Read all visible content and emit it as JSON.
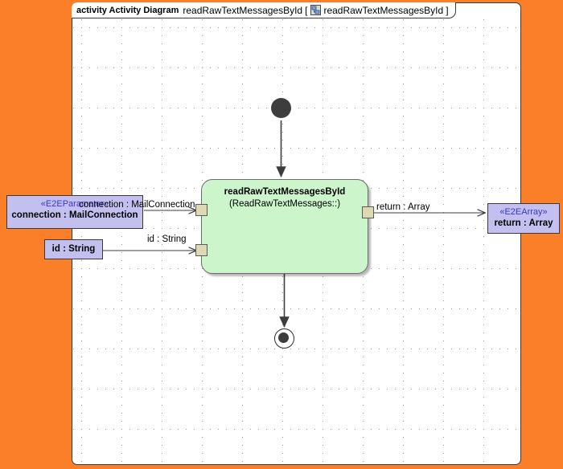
{
  "canvas": {
    "background_color": "#fb7e28",
    "frame_color": "#ffffff",
    "grid": "dotted"
  },
  "header": {
    "keyword": "activity Activity Diagram",
    "diagram_name": "readRawTextMessagesById",
    "bracket_open": "[",
    "icon": "activity-diagram-icon",
    "context_name": "readRawTextMessagesById",
    "bracket_close": "]"
  },
  "nodes": {
    "initial": {
      "name": "initial-node",
      "fill": "#3d3d3d"
    },
    "final": {
      "name": "activity-final-node",
      "fill": "#3d3d3d"
    },
    "action": {
      "title": "readRawTextMessagesById",
      "subtitle": "(ReadRawTextMessages::)",
      "fill": "#ccf5cc",
      "border": "#6b6b6b"
    }
  },
  "pins": [
    {
      "name": "input-pin-connection",
      "fill": "#ded9b4"
    },
    {
      "name": "input-pin-id",
      "fill": "#ded9b4"
    },
    {
      "name": "output-pin-return",
      "fill": "#ded9b4"
    }
  ],
  "parameters": [
    {
      "name": "connection-parameter",
      "stereotype": "«E2EParameter»",
      "label": "connection : MailConnection",
      "fill": "#c3c0f0",
      "stereotype_color": "#3b35c8"
    },
    {
      "name": "id-parameter",
      "stereotype": "",
      "label": "id : String",
      "fill": "#c3c0f0"
    },
    {
      "name": "return-parameter",
      "stereotype": "«E2EArray»",
      "label": "return : Array",
      "fill": "#c3c0f0",
      "stereotype_color": "#3b35c8"
    }
  ],
  "edge_labels": {
    "connection": "connection : MailConnection",
    "id": "id : String",
    "return": "return : Array"
  }
}
